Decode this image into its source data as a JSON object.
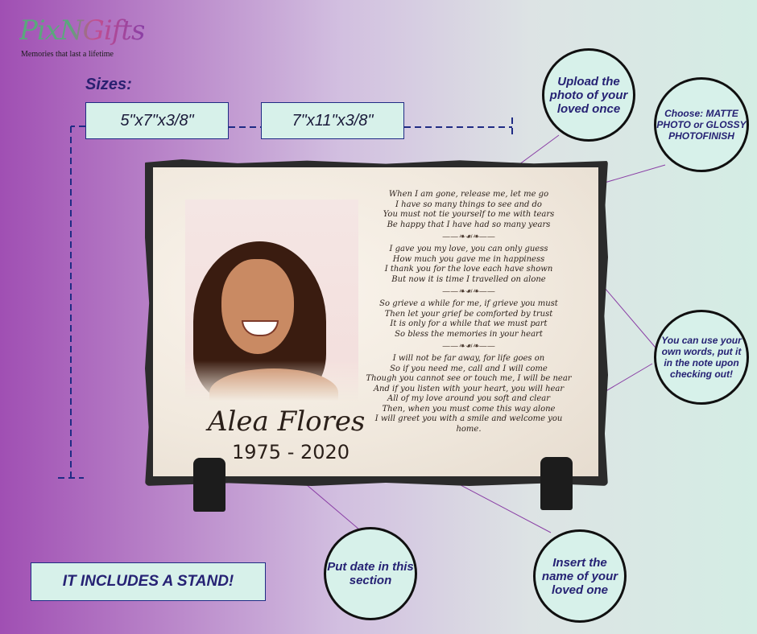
{
  "logo": {
    "brand": "PixNGifts",
    "tagline": "Memories that last a lifetime"
  },
  "sizes": {
    "label": "Sizes:",
    "options": [
      "5\"x7\"x3/8\"",
      "7\"x11\"x3/8\""
    ]
  },
  "plaque": {
    "name": "Alea Flores",
    "dates": "1975 - 2020",
    "divider": "——❧☙❧——",
    "poem": [
      [
        "When I am gone, release me, let me go",
        "I have so many things to see and do",
        "You must not tie yourself to me with tears",
        "Be happy that I have had so many years"
      ],
      [
        "I gave you my love, you can only guess",
        "How much you gave me in happiness",
        "I thank you for the love each have shown",
        "But now it is time I travelled on alone"
      ],
      [
        "So grieve a while for me, if grieve you must",
        "Then let your grief be comforted by trust",
        "It is only for a while that we must part",
        "So bless the memories in your heart"
      ],
      [
        "I will not be far away, for life goes on",
        "So if you need me, call and I will come",
        "Though you cannot see or touch me, I will be near",
        "And if you listen with your heart, you will hear",
        "All of my love around you soft and clear",
        "Then, when you must come this way alone",
        "I will greet you with a smile and welcome you home."
      ]
    ]
  },
  "callouts": {
    "upload": "Upload the photo of your loved once",
    "choose": "Choose: MATTE PHOTO or GLOSSY PHOTOFINISH",
    "words": "You can use your own words, put it in the note upon checking out!",
    "date": "Put date in this section",
    "name": "Insert the name of your loved one"
  },
  "stand_note": "IT INCLUDES A STAND!",
  "colors": {
    "accent": "#262274",
    "box_fill": "#d7f1ea",
    "line": "#8a3fa5"
  }
}
